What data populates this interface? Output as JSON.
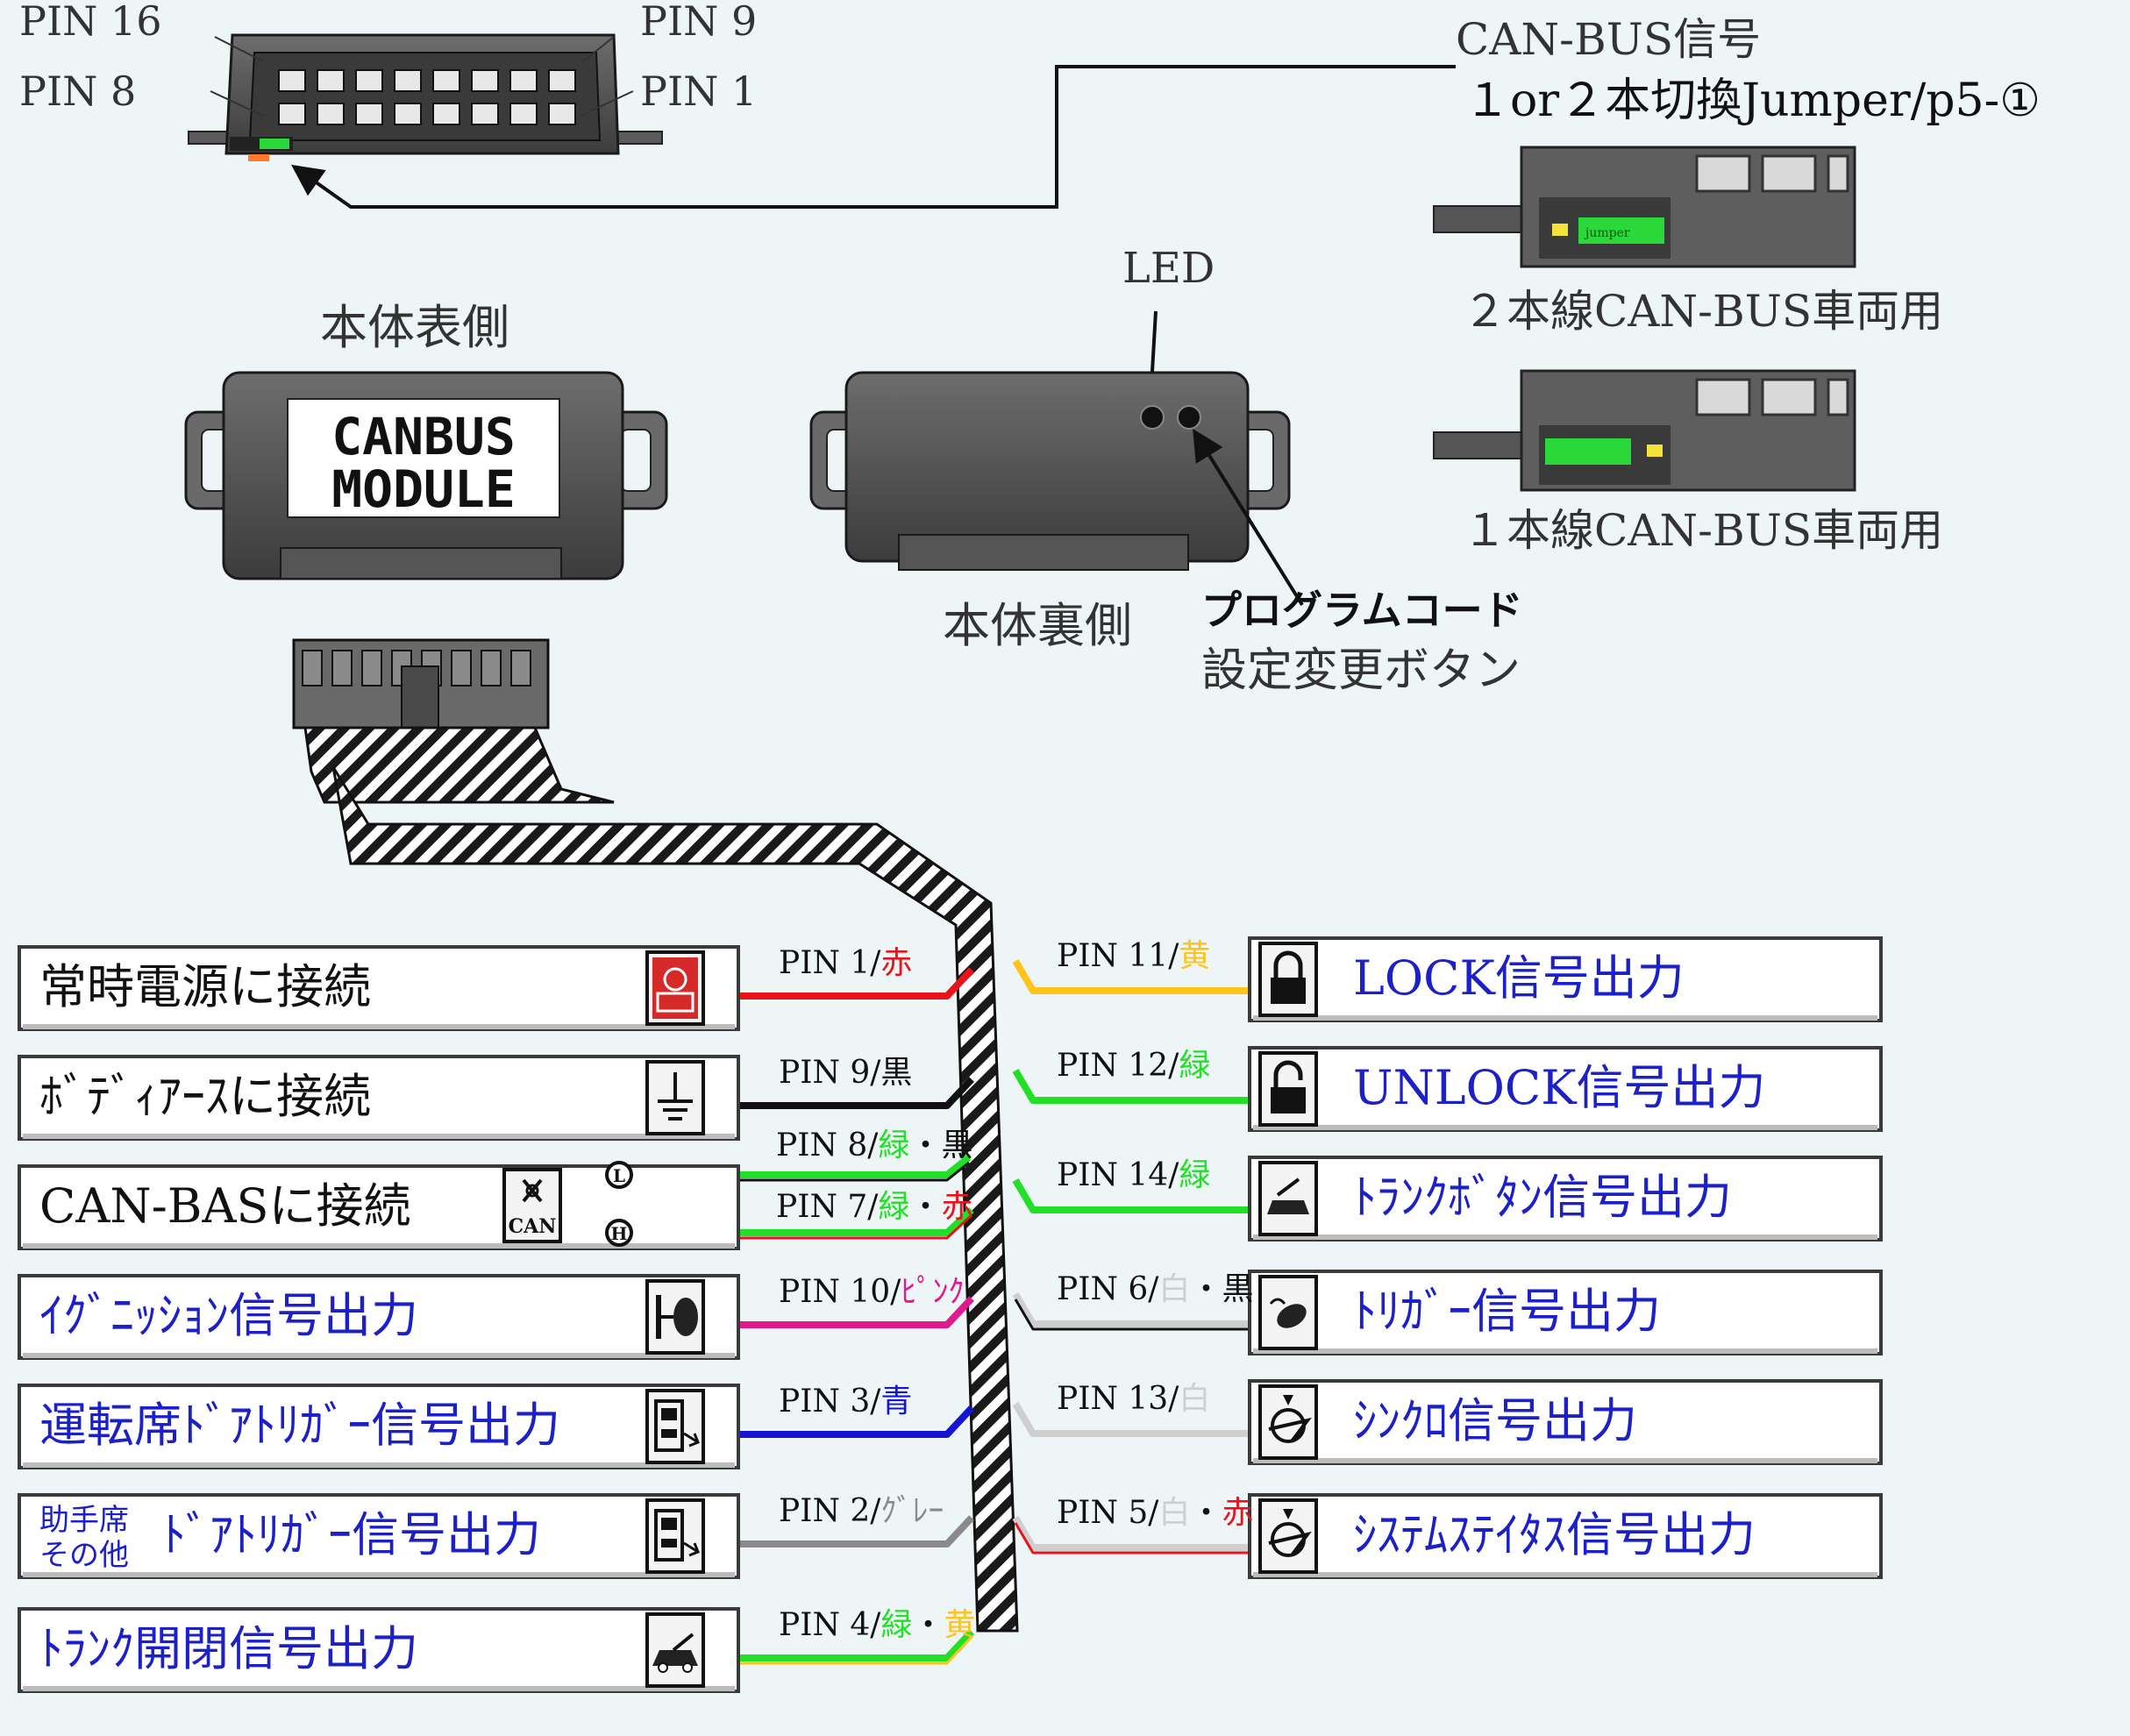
{
  "connector": {
    "pin16": "PIN 16",
    "pin8": "PIN  8",
    "pin9": "PIN  9",
    "pin1": "PIN  1"
  },
  "canbus_signal": {
    "title": "CAN-BUS信号",
    "jumper": "１or２本切換Jumper/p5-①",
    "two_wire": "２本線CAN-BUS車両用",
    "one_wire": "１本線CAN-BUS車両用",
    "jumper_label": "jumper"
  },
  "module": {
    "front_label": "本体表側",
    "back_label": "本体裏側",
    "led_label": "LED",
    "logo_line1": "CANBUS",
    "logo_line2": "MODULE",
    "program_code": "プログラムコード",
    "setting_button": "設定変更ボタン"
  },
  "colors": {
    "red": "#e8141c",
    "black": "#111111",
    "green": "#22e027",
    "yellow": "#ffc41a",
    "pink": "#e0198d",
    "blue": "#1414d2",
    "gray": "#8a8a8a",
    "white": "#cfcfcf",
    "label_blue": "#1b20c8",
    "panel_border": "#3a3a3a"
  },
  "left_rows": [
    {
      "label": "常時電源に接続",
      "pin": "PIN 1/",
      "parts": [
        {
          "text": "赤",
          "color": "red"
        }
      ],
      "icon": "battery-icon",
      "color": "black",
      "wire": [
        "red"
      ]
    },
    {
      "label": "ﾎﾞﾃﾞｨｱｰｽに接続",
      "pin": "PIN 9/",
      "parts": [
        {
          "text": "黒",
          "color": "black"
        }
      ],
      "icon": "ground-icon",
      "color": "black",
      "wire": [
        "black"
      ]
    },
    {
      "label": "CAN-BASに接続",
      "pin": "PIN 8/",
      "parts": [
        {
          "text": "緑",
          "color": "green"
        },
        {
          "text": "・黒",
          "color": "black"
        }
      ],
      "pin2": "PIN 7/",
      "parts2": [
        {
          "text": "緑",
          "color": "green"
        },
        {
          "text": "・",
          "color": "black"
        },
        {
          "text": "赤",
          "color": "red"
        }
      ],
      "icon": "can-icon",
      "color": "black",
      "wire": [
        "green",
        "black"
      ],
      "wire2": [
        "green",
        "red"
      ],
      "l_tag": "L",
      "h_tag": "H",
      "can_tag": "CAN"
    },
    {
      "label": "ｲｸﾞﾆｯｼｮﾝ信号出力",
      "pin": "PIN 10/",
      "parts": [
        {
          "text": "ﾋﾟﾝｸ",
          "color": "pink"
        }
      ],
      "icon": "ignition-key-icon",
      "color": "blue",
      "wire": [
        "pink"
      ]
    },
    {
      "label": "運転席ﾄﾞｱﾄﾘｶﾞｰ信号出力",
      "pin": "PIN 3/",
      "parts": [
        {
          "text": "青",
          "color": "blue"
        }
      ],
      "icon": "driver-door-icon",
      "color": "blue",
      "wire": [
        "blue"
      ]
    },
    {
      "label": "ﾄﾞｱﾄﾘｶﾞｰ信号出力",
      "prefix1": "助手席",
      "prefix2": "その他",
      "pin": "PIN 2/",
      "parts": [
        {
          "text": "ｸﾞﾚｰ",
          "color": "gray"
        }
      ],
      "icon": "passenger-door-icon",
      "color": "blue",
      "wire": [
        "gray"
      ]
    },
    {
      "label": "ﾄﾗﾝｸ開閉信号出力",
      "pin": "PIN 4/",
      "parts": [
        {
          "text": "緑",
          "color": "green"
        },
        {
          "text": "・",
          "color": "black"
        },
        {
          "text": "黄",
          "color": "yellow"
        }
      ],
      "icon": "trunk-open-icon",
      "color": "blue",
      "wire": [
        "green",
        "yellow"
      ]
    }
  ],
  "right_rows": [
    {
      "label": "LOCK信号出力",
      "pin": "PIN 11/",
      "parts": [
        {
          "text": "黄",
          "color": "yellow"
        }
      ],
      "icon": "lock-icon",
      "wire": [
        "yellow"
      ]
    },
    {
      "label": "UNLOCK信号出力",
      "pin": "PIN 12/",
      "parts": [
        {
          "text": "緑",
          "color": "green"
        }
      ],
      "icon": "unlock-icon",
      "wire": [
        "green"
      ]
    },
    {
      "label": "ﾄﾗﾝｸﾎﾞﾀﾝ信号出力",
      "pin": "PIN 14/",
      "parts": [
        {
          "text": "緑",
          "color": "green"
        }
      ],
      "icon": "trunk-button-icon",
      "wire": [
        "green"
      ]
    },
    {
      "label": "ﾄﾘｶﾞｰ信号出力",
      "pin": "PIN 6/",
      "parts": [
        {
          "text": "白",
          "color": "white"
        },
        {
          "text": "・黒",
          "color": "black"
        }
      ],
      "icon": "trigger-icon",
      "wire": [
        "white",
        "black"
      ]
    },
    {
      "label": "ｼﾝｸﾛ信号出力",
      "pin": "PIN 13/",
      "parts": [
        {
          "text": "白",
          "color": "white"
        }
      ],
      "icon": "synchro-icon",
      "wire": [
        "white"
      ]
    },
    {
      "label": "ｼｽﾃﾑｽﾃｲﾀｽ信号出力",
      "pin": "PIN 5/",
      "parts": [
        {
          "text": "白",
          "color": "white"
        },
        {
          "text": "・",
          "color": "black"
        },
        {
          "text": "赤",
          "color": "red"
        }
      ],
      "icon": "system-status-icon",
      "wire": [
        "white",
        "red"
      ]
    }
  ]
}
